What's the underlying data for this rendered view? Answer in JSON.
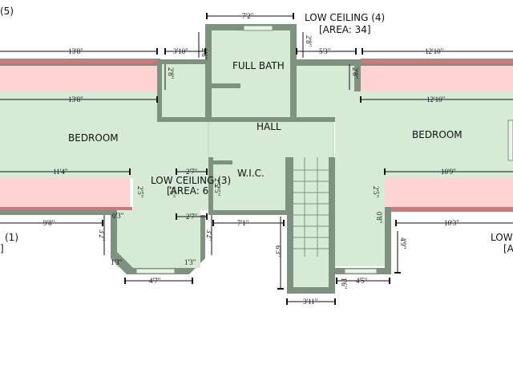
{
  "rooms": {
    "bedroom_left": "BEDROOM",
    "bedroom_right": "BEDROOM",
    "full_bath": "FULL BATH",
    "hall": "HALL",
    "wic": "W.I.C."
  },
  "notes": {
    "low_ceiling_3": "LOW CEILING (3)",
    "area_6_partial": "[AREA: 6",
    "low_ceiling_4": "LOW CEILING (4)",
    "area_34": "[AREA: 34]",
    "edge_top_left": "(5)",
    "edge_left_mid": "(1)",
    "edge_left_bracket": "]",
    "edge_right_low": "LOW",
    "edge_right_bracket": "[A"
  },
  "dimensions": {
    "bath_top": "7'2\"",
    "top_left_span": "13'8\"",
    "top_mid_span": "3'10\"",
    "top_mid_span_right": "5'3\"",
    "top_right_span": "12'10\"",
    "bath_left_vert": "2'8\"",
    "bath_right_vert": "2'8\"",
    "closet_left_vert": "2'8\"",
    "closet_right_vert": "2'8\"",
    "bedroom_left_inner": "13'8\"",
    "bedroom_right_inner": "12'10\"",
    "low_left_width": "11'4\"",
    "low_right_width": "10'9\"",
    "bay_top": "2'7\"",
    "bay_mid": "2'7\"",
    "wic_small": "2'5\"",
    "wic_small_b": "2'5\"",
    "wic_small_c": "2'5\"",
    "left_low_vert": "2'5\"",
    "right_low_vert": "2'5\"",
    "bottom_left_span": "9'8\"",
    "bay_offset_left": "0'3\"",
    "bay_offset_right": "0'8\"",
    "right_bottom_span": "10'3\"",
    "bay_left_vert": "3'2\"",
    "bay_right_vert": "3'2\"",
    "hall_span": "7'1\"",
    "stair_height": "6'3\"",
    "right_drop": "4'9\"",
    "bay_small_left": "1'3\"",
    "bay_small_right": "1'3\"",
    "bay_bottom": "4'7\"",
    "stair_bottom": "3'11\"",
    "step_small": "1'6\"",
    "right_closet_bottom": "4'5\""
  }
}
